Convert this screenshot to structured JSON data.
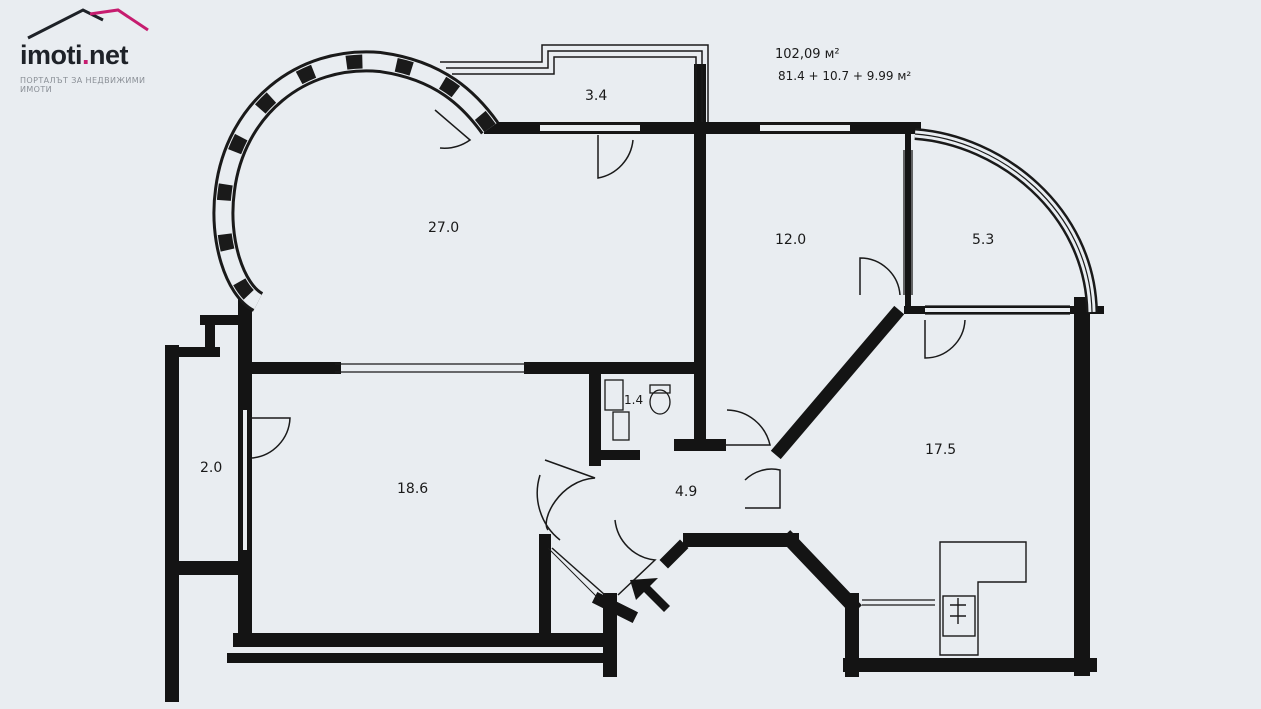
{
  "logo": {
    "name_main": "imoti",
    "name_dot": ".",
    "name_tld": "net",
    "tagline": "ПОРТАЛЪТ ЗА НЕДВИЖИМИ ИМОТИ",
    "accent_color": "#c61c6f"
  },
  "plan": {
    "total_area": "102,09 м²",
    "area_breakdown": "81.4 + 10.7 + 9.99 м²",
    "rooms": [
      {
        "id": "room-balcony-top",
        "area": "3.4"
      },
      {
        "id": "room-living-bay",
        "area": "27.0"
      },
      {
        "id": "room-bedroom",
        "area": "12.0"
      },
      {
        "id": "room-winter-garden",
        "area": "5.3"
      },
      {
        "id": "room-wc",
        "area": "1.4"
      },
      {
        "id": "room-balcony-left",
        "area": "2.0"
      },
      {
        "id": "room-main",
        "area": "18.6"
      },
      {
        "id": "room-hall",
        "area": "4.9"
      },
      {
        "id": "room-kitchen",
        "area": "17.5"
      }
    ]
  }
}
